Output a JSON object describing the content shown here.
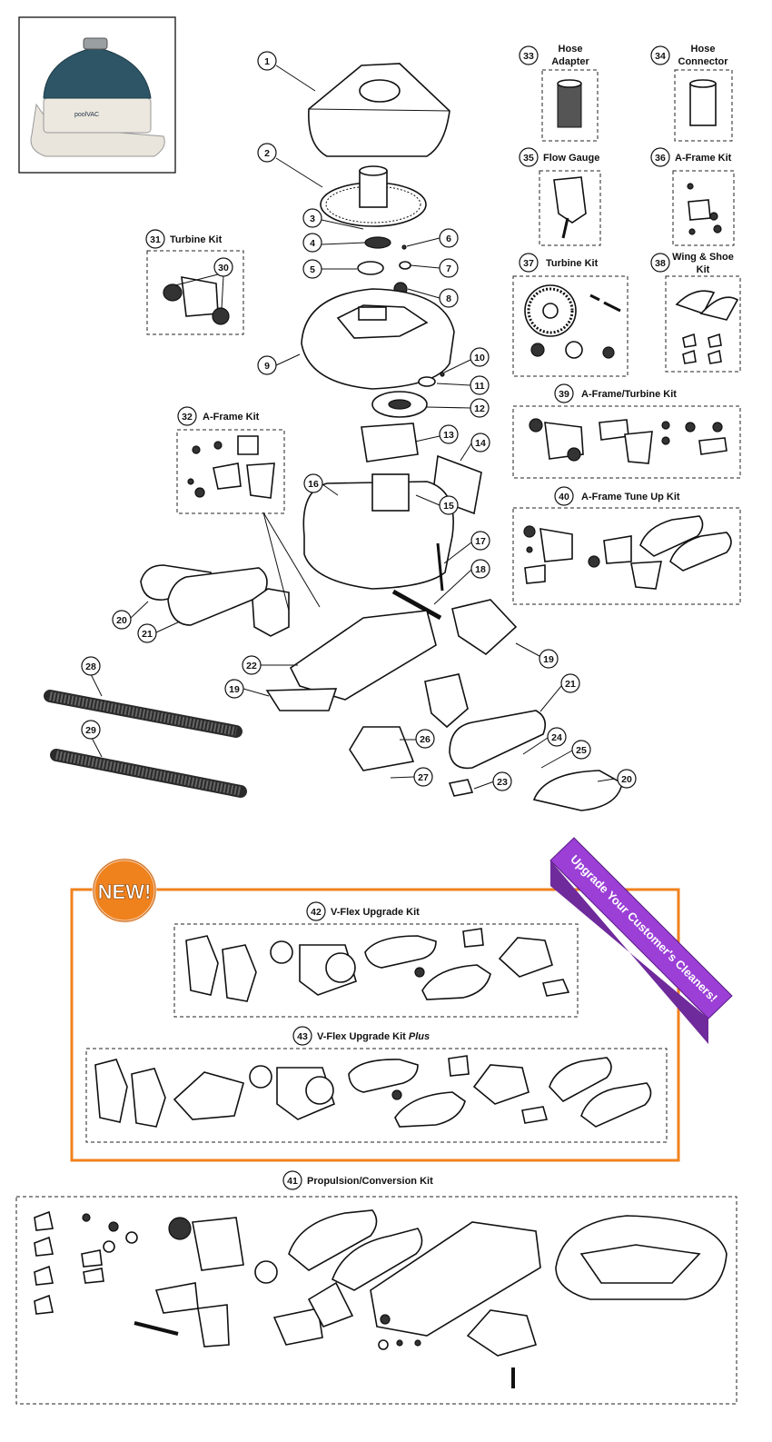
{
  "callouts": [
    "1",
    "2",
    "3",
    "4",
    "5",
    "6",
    "7",
    "8",
    "9",
    "10",
    "11",
    "12",
    "13",
    "14",
    "15",
    "16",
    "17",
    "18",
    "19",
    "20",
    "21",
    "22",
    "19",
    "21",
    "23",
    "24",
    "25",
    "20",
    "26",
    "27",
    "28",
    "29",
    "30"
  ],
  "kits": {
    "k31": {
      "num": "31",
      "label": "Turbine Kit"
    },
    "k32": {
      "num": "32",
      "label": "A-Frame Kit"
    },
    "k33": {
      "num": "33",
      "label1": "Hose",
      "label2": "Adapter"
    },
    "k34": {
      "num": "34",
      "label1": "Hose",
      "label2": "Connector"
    },
    "k35": {
      "num": "35",
      "label": "Flow Gauge"
    },
    "k36": {
      "num": "36",
      "label": "A-Frame Kit"
    },
    "k37": {
      "num": "37",
      "label": "Turbine Kit"
    },
    "k38": {
      "num": "38",
      "label1": "Wing & Shoe",
      "label2": "Kit"
    },
    "k39": {
      "num": "39",
      "label": "A-Frame/Turbine Kit"
    },
    "k40": {
      "num": "40",
      "label": "A-Frame Tune Up Kit"
    },
    "k41": {
      "num": "41",
      "label": "Propulsion/Conversion Kit"
    },
    "k42": {
      "num": "42",
      "label": "V-Flex Upgrade Kit"
    },
    "k43": {
      "num": "43",
      "label": "V-Flex Upgrade Kit",
      "label_italic": "Plus"
    }
  },
  "badge": {
    "text": "NEW!"
  },
  "banner": {
    "text": "Upgrade Your Customer's Cleaners!"
  },
  "colors": {
    "accent_orange": "#f0821e",
    "banner_purple": "#9b3fd6",
    "product_teal": "#2d5566"
  }
}
